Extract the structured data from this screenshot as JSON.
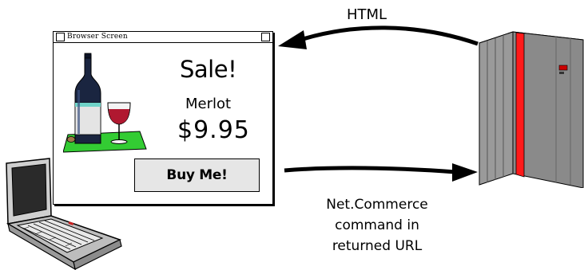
{
  "browser": {
    "title": "Browser Screen",
    "sale_heading": "Sale!",
    "product_name": "Merlot",
    "product_price": "$9.95",
    "buy_button_label": "Buy Me!"
  },
  "arrows": {
    "top_label": "HTML",
    "bottom_label_lines": [
      "Net.Commerce",
      "command in",
      "returned URL"
    ]
  },
  "colors": {
    "table_green": "#33cc33",
    "wine_red": "#b01830",
    "server_stripe": "#ff1a1a",
    "server_body": "#8a8a8a",
    "button_fill": "#e6e6e6"
  },
  "icons": [
    "laptop-icon",
    "wine-bottle-icon",
    "wine-glass-icon",
    "server-icon"
  ]
}
